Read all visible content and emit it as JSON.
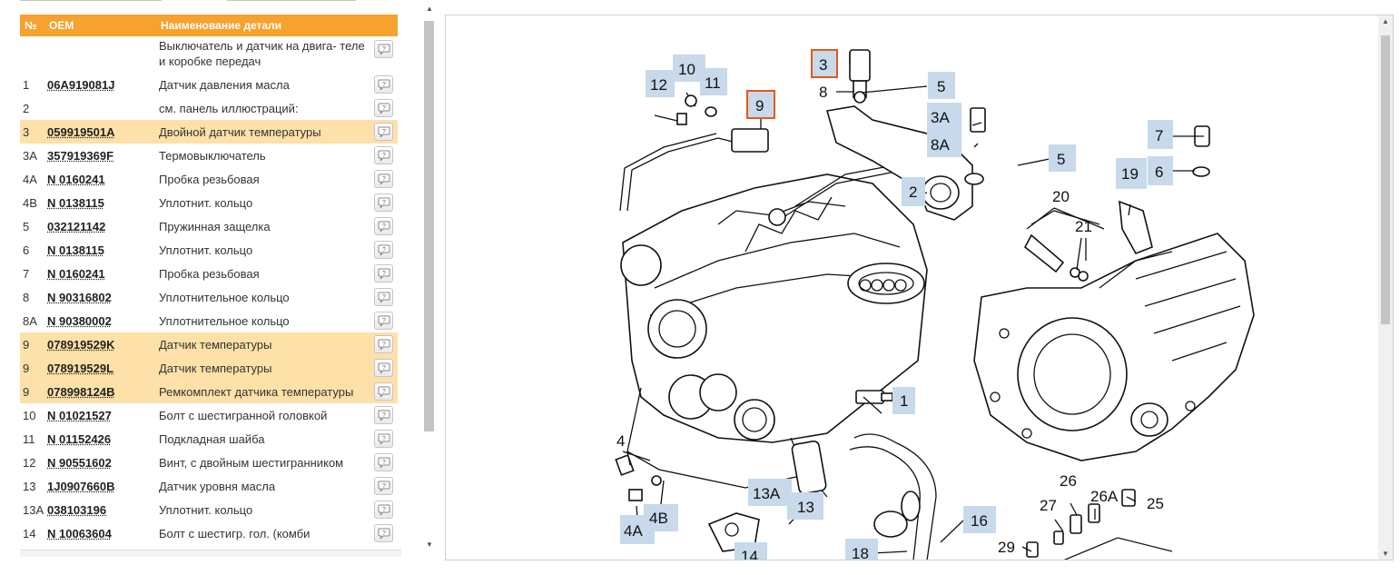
{
  "table": {
    "headers": {
      "num": "№",
      "oem": "OEM",
      "name": "Наименование детали"
    },
    "rows": [
      {
        "num": "",
        "oem": "",
        "name": "Выключатель и датчик на двига- теле и коробке передач"
      },
      {
        "num": "1",
        "oem": "06A919081J",
        "name": "Датчик давления масла"
      },
      {
        "num": "2",
        "oem": "",
        "name": "см. панель иллюстраций:"
      },
      {
        "num": "3",
        "oem": "059919501A",
        "name": "Двойной датчик температуры"
      },
      {
        "num": "3A",
        "oem": "357919369F",
        "name": "Термовыключатель"
      },
      {
        "num": "4A",
        "oem": "N 0160241",
        "name": "Пробка резьбовая"
      },
      {
        "num": "4B",
        "oem": "N 0138115",
        "name": "Уплотнит. кольцо"
      },
      {
        "num": "5",
        "oem": "032121142",
        "name": "Пружинная защелка"
      },
      {
        "num": "6",
        "oem": "N 0138115",
        "name": "Уплотнит. кольцо"
      },
      {
        "num": "7",
        "oem": "N 0160241",
        "name": "Пробка резьбовая"
      },
      {
        "num": "8",
        "oem": "N 90316802",
        "name": "Уплотнительное кольцо"
      },
      {
        "num": "8A",
        "oem": "N 90380002",
        "name": "Уплотнительное кольцо"
      },
      {
        "num": "9",
        "oem": "078919529K",
        "name": "Датчик температуры"
      },
      {
        "num": "9",
        "oem": "078919529L",
        "name": "Датчик температуры"
      },
      {
        "num": "9",
        "oem": "078998124B",
        "name": "Ремкомплект датчика температуры"
      },
      {
        "num": "10",
        "oem": "N 01021527",
        "name": "Болт с шестигранной головкой"
      },
      {
        "num": "11",
        "oem": "N 01152426",
        "name": "Подкладная шайба"
      },
      {
        "num": "12",
        "oem": "N 90551602",
        "name": "Винт, с двойным шестигранником"
      },
      {
        "num": "13",
        "oem": "1J0907660B",
        "name": "Датчик уровня масла"
      },
      {
        "num": "13A",
        "oem": "038103196",
        "name": "Уплотнит. кольцо"
      },
      {
        "num": "14",
        "oem": "N 10063604",
        "name": "Болт с шестигр. гол. (комби"
      }
    ]
  },
  "diagram": {
    "callouts": [
      "1",
      "2",
      "3",
      "3A",
      "4",
      "4A",
      "4B",
      "5",
      "5",
      "6",
      "7",
      "8",
      "8A",
      "9",
      "10",
      "11",
      "12",
      "13",
      "13A",
      "14",
      "16",
      "18",
      "19",
      "20",
      "21",
      "25",
      "26",
      "26A",
      "27",
      "29"
    ]
  },
  "colors": {
    "header": "#f7a12e",
    "highlight": "#fde1a8",
    "callout_box": "#c7d9ea",
    "selected_border": "#e05a1a"
  },
  "icons": {
    "info_button": "speech-bubble-question-icon"
  }
}
